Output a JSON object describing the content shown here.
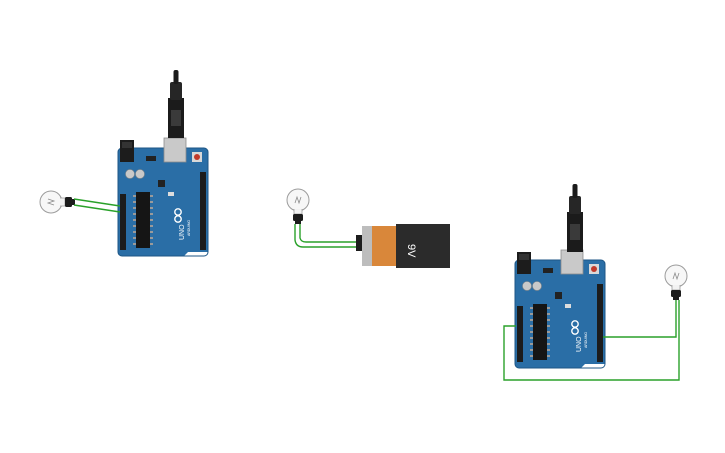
{
  "canvas": {
    "background": "#ffffff"
  },
  "components": {
    "arduino_1": {
      "model_label": "UNO",
      "brand_label": "ARDUINO",
      "icon": "arduino-uno-board"
    },
    "arduino_2": {
      "model_label": "UNO",
      "brand_label": "ARDUINO",
      "icon": "arduino-uno-board"
    },
    "battery": {
      "label": "9V",
      "icon": "9v-battery"
    },
    "bulb_1": {
      "icon": "light-bulb"
    },
    "bulb_2": {
      "icon": "light-bulb"
    },
    "bulb_3": {
      "icon": "light-bulb"
    }
  },
  "colors": {
    "board": "#2a6ea6",
    "board_dark": "#1d5686",
    "wire": "#2aa12a",
    "usb": "#1b1b1b",
    "battery_body": "#2b2b2b",
    "battery_label": "#d9873a"
  }
}
